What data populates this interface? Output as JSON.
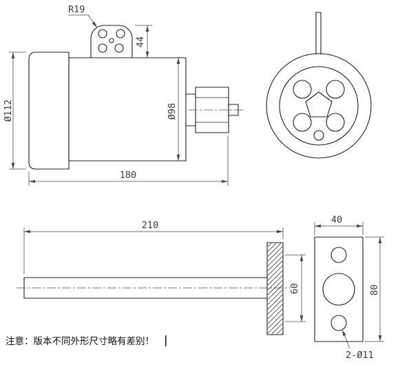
{
  "note": "注意：版本不同外形尺寸略有差别！",
  "dims": {
    "bracket_radius": "R19",
    "bracket_height": "44",
    "cap_diameter": "Ø112",
    "body_diameter": "Ø98",
    "overall_length": "180",
    "probe_length": "210",
    "flange_hole_spacing": "60",
    "flange_width": "40",
    "flange_height": "80",
    "flange_holes": "2-Ø11"
  }
}
